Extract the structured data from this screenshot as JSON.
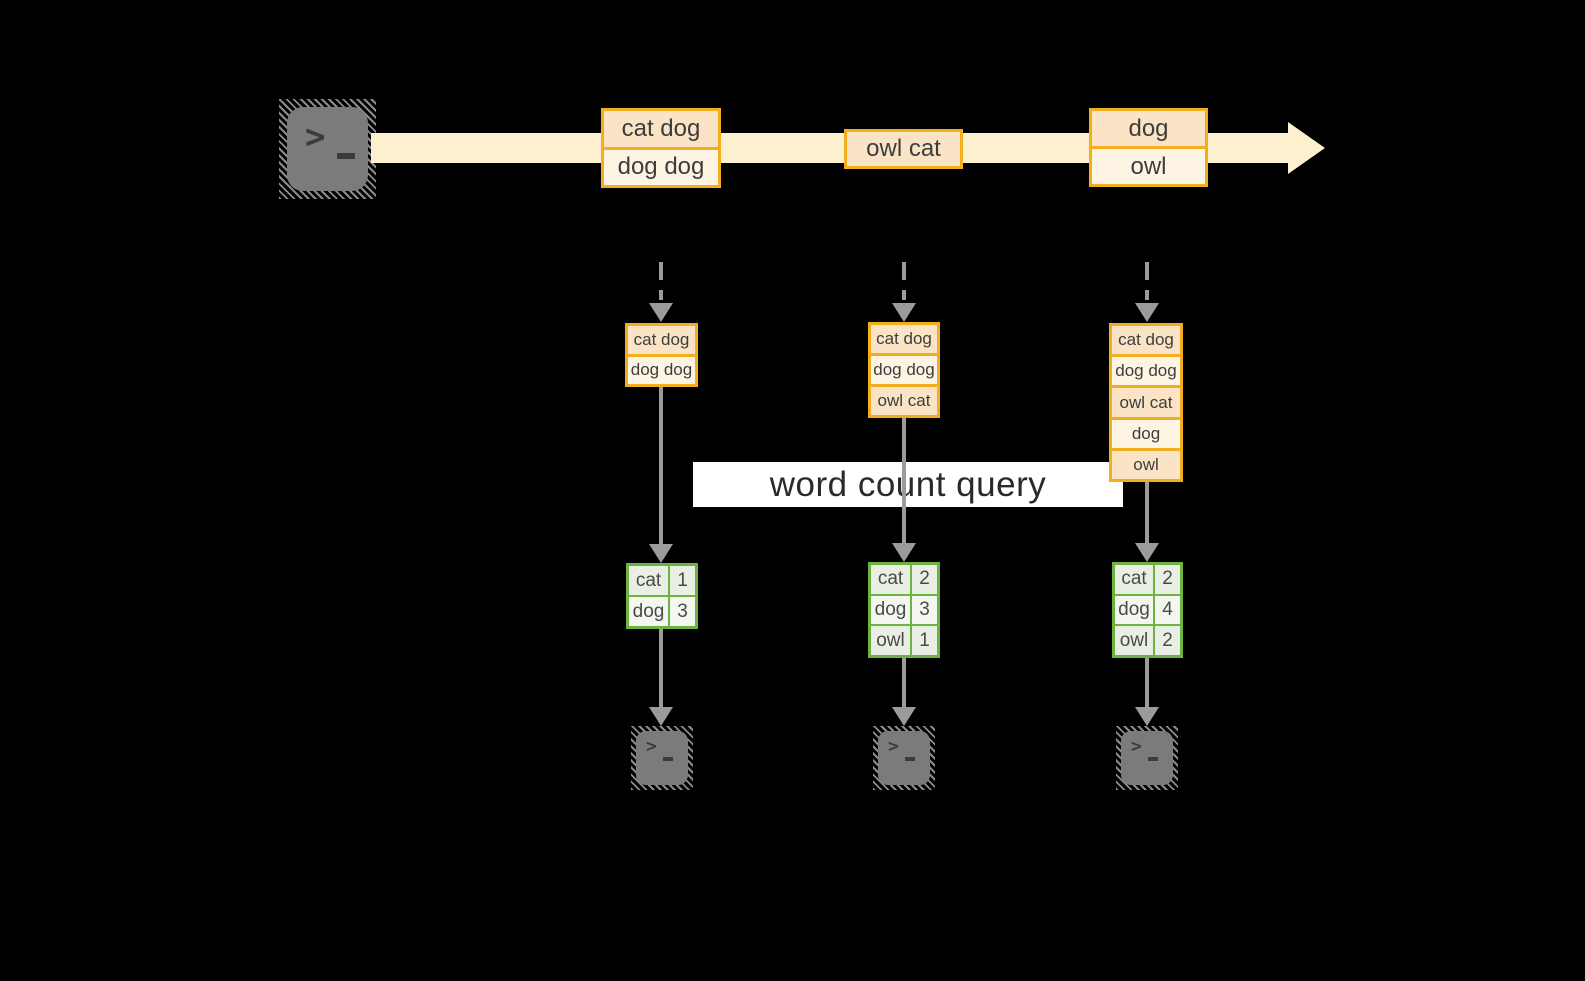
{
  "title": {
    "label": "word count query"
  },
  "glyphs": {
    "prompt": ">"
  },
  "colors": {
    "background": "#000000",
    "amber_border": "#F2AE1C",
    "peach_dark": "#FBE4C6",
    "peach_light": "#FEF4E3",
    "stream_fill": "#FCF0CE",
    "green_border": "#6CB33F",
    "green_cell_dark": "#E9EFE2",
    "green_cell_light": "#F3F7F0",
    "arrow_gray": "#9B9B9B",
    "terminal_gray": "#7B7B7B",
    "band_white": "#FFFFFF"
  },
  "stream": {
    "records": [
      {
        "rows": [
          "cat dog",
          "dog dog"
        ]
      },
      {
        "rows": [
          "owl cat"
        ]
      },
      {
        "rows": [
          "dog",
          "owl"
        ]
      }
    ]
  },
  "states": [
    {
      "rows": [
        "cat dog",
        "dog dog"
      ]
    },
    {
      "rows": [
        "cat dog",
        "dog dog",
        "owl cat"
      ]
    },
    {
      "rows": [
        "cat dog",
        "dog dog",
        "owl cat",
        "dog",
        "owl"
      ]
    }
  ],
  "counts": [
    {
      "rows": [
        {
          "word": "cat",
          "count": "1"
        },
        {
          "word": "dog",
          "count": "3"
        }
      ]
    },
    {
      "rows": [
        {
          "word": "cat",
          "count": "2"
        },
        {
          "word": "dog",
          "count": "3"
        },
        {
          "word": "owl",
          "count": "1"
        }
      ]
    },
    {
      "rows": [
        {
          "word": "cat",
          "count": "2"
        },
        {
          "word": "dog",
          "count": "4"
        },
        {
          "word": "owl",
          "count": "2"
        }
      ]
    }
  ]
}
